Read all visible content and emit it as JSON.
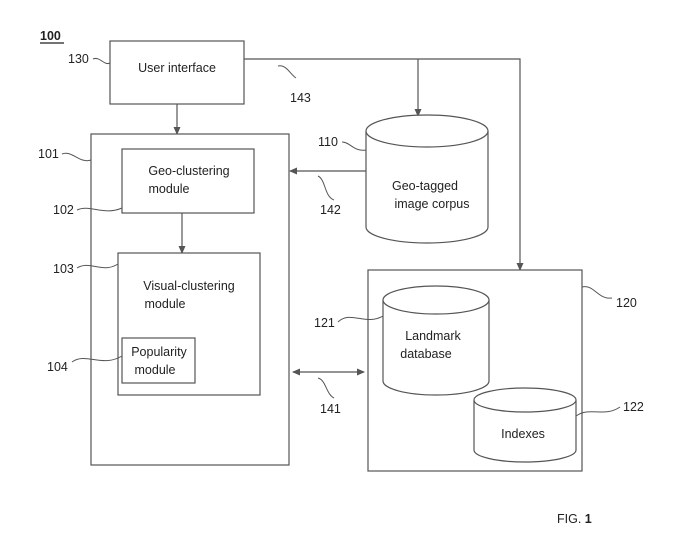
{
  "figure_ref": "100",
  "fig_label_prefix": "FIG.",
  "fig_label_number": "1",
  "nodes": {
    "user_interface": {
      "label": "User interface",
      "ref": "130"
    },
    "system_box": {
      "ref": "101"
    },
    "geo_clustering": {
      "line1": "Geo-clustering",
      "line2": "module",
      "ref": "102"
    },
    "visual_clustering": {
      "line1": "Visual-clustering",
      "line2": "module",
      "ref": "103"
    },
    "popularity": {
      "line1": "Popularity",
      "line2": "module",
      "ref": "104"
    },
    "image_corpus": {
      "line1": "Geo-tagged",
      "line2": "image corpus",
      "ref": "110"
    },
    "storage_box": {
      "ref": "120"
    },
    "landmark_db": {
      "line1": "Landmark",
      "line2": "database",
      "ref": "121"
    },
    "indexes": {
      "label": "Indexes",
      "ref": "122"
    }
  },
  "connections": {
    "ui_to_corpus": {
      "ref": "143"
    },
    "corpus_to_system": {
      "ref": "142"
    },
    "system_storage": {
      "ref": "141"
    }
  }
}
